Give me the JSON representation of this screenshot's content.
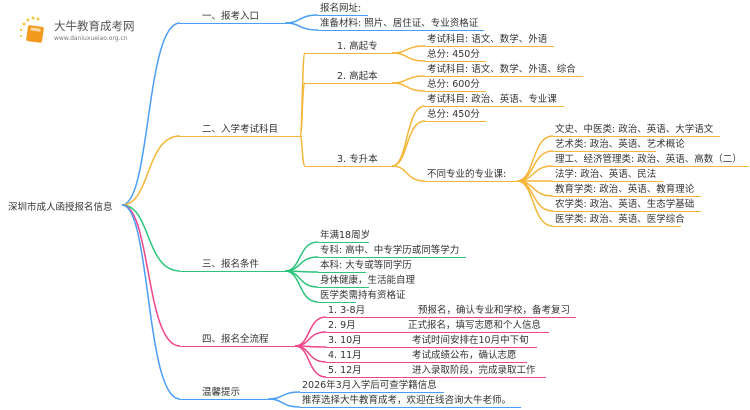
{
  "logo": {
    "brand": "大牛教育成考网",
    "url": "www.daniuxueiao.org.cn"
  },
  "root": "深圳市成人函授报名信息",
  "b1": {
    "title": "一、报考入口",
    "items": [
      "报名网址:",
      "准备材料: 照片、居住证、专业资格证"
    ]
  },
  "b2": {
    "title": "二、入学考试科目",
    "gqz": {
      "title": "1. 高起专",
      "items": [
        "考试科目: 语文、数学、外语",
        "总分: 450分"
      ]
    },
    "gqb": {
      "title": "2. 高起本",
      "items": [
        "考试科目: 语文、数学、外语、综合",
        "总分: 600分"
      ]
    },
    "zsb": {
      "title": "3. 专升本",
      "items": [
        "考试科目: 政治、英语、专业课",
        "总分: 450分"
      ],
      "majors_title": "不同专业的专业课:",
      "majors": [
        "文史、中医类: 政治、英语、大学语文",
        "艺术类: 政治、英语、艺术概论",
        "理工、经济管理类: 政治、英语、高数（二）",
        "法学: 政治、英语、民法",
        "教育学类: 政治、英语、教育理论",
        "农学类: 政治、英语、生态学基础",
        "医学类: 政治、英语、医学综合"
      ]
    }
  },
  "b3": {
    "title": "三、报名条件",
    "items": [
      "年满18周岁",
      "专科: 高中、中专学历或同等学力",
      "本科: 大专或等同学历",
      "身体健康，生活能自理",
      "医学类需持有资格证"
    ]
  },
  "b4": {
    "title": "四、报名全流程",
    "steps": [
      {
        "time": "1. 3-8月",
        "desc": "预报名，确认专业和学校，备考复习"
      },
      {
        "time": "2. 9月",
        "desc": "正式报名，填写志愿和个人信息"
      },
      {
        "time": "3. 10月",
        "desc": "考试时间安排在10月中下旬"
      },
      {
        "time": "4. 11月",
        "desc": "考试成绩公布，确认志愿"
      },
      {
        "time": "5. 12月",
        "desc": "进入录取阶段，完成录取工作"
      }
    ]
  },
  "b5": {
    "title": "温馨提示",
    "items": [
      "2026年3月入学后可查学籍信息",
      "推荐选择大牛教育成考，欢迎在线咨询大牛老师。"
    ]
  },
  "colors": {
    "blue": "#4a9ef5",
    "orange": "#f5b63a",
    "green": "#2cc47b",
    "pink": "#f0458a"
  }
}
